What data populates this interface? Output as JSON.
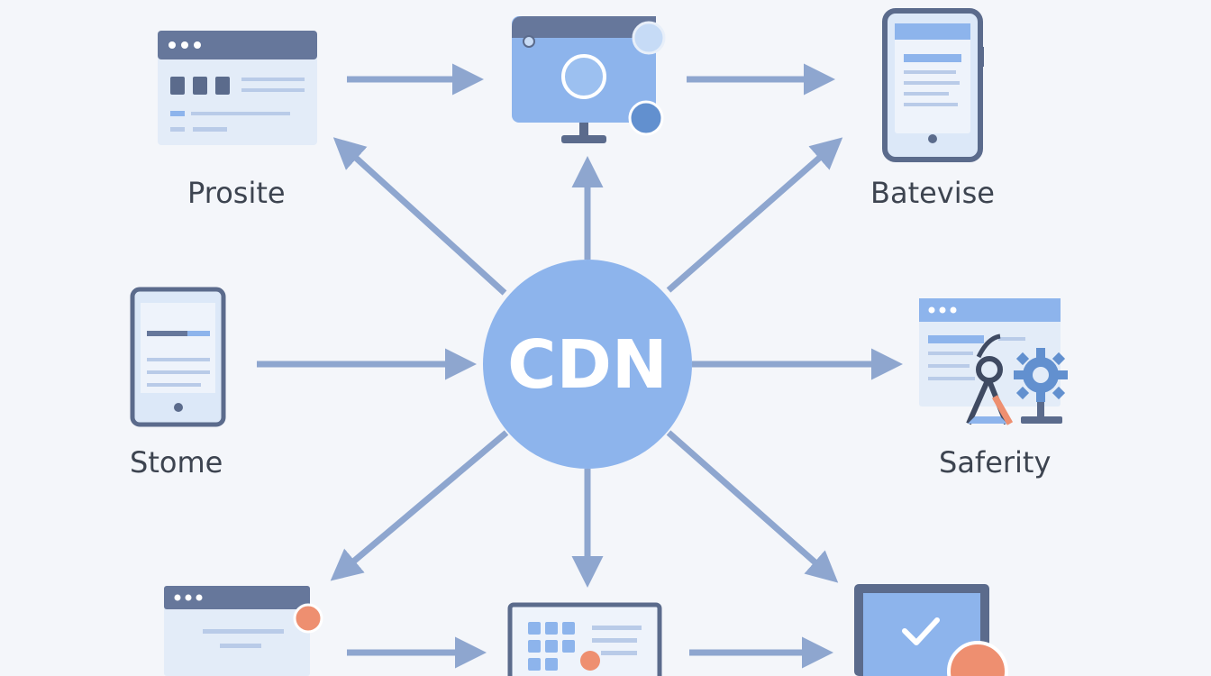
{
  "hub": {
    "label": "CDN"
  },
  "nodes": {
    "prosite": {
      "label": "Prosite",
      "icon": "browser-window-icon"
    },
    "monitor": {
      "icon": "camera-monitor-icon"
    },
    "batevise": {
      "label": "Batevise",
      "icon": "smartphone-icon"
    },
    "stome": {
      "label": "Stome",
      "icon": "mobile-phone-icon"
    },
    "saferity": {
      "label": "Saferity",
      "icon": "security-tools-icon"
    },
    "bottom_left": {
      "icon": "browser-alert-icon"
    },
    "bottom_center": {
      "icon": "grid-dashboard-icon"
    },
    "bottom_right": {
      "icon": "check-monitor-icon"
    }
  },
  "colors": {
    "hub": "#8db4ec",
    "arrow": "#8ea6cf",
    "dark": "#5b6b8c",
    "light": "#dce8f8",
    "accent": "#ee8f70"
  }
}
